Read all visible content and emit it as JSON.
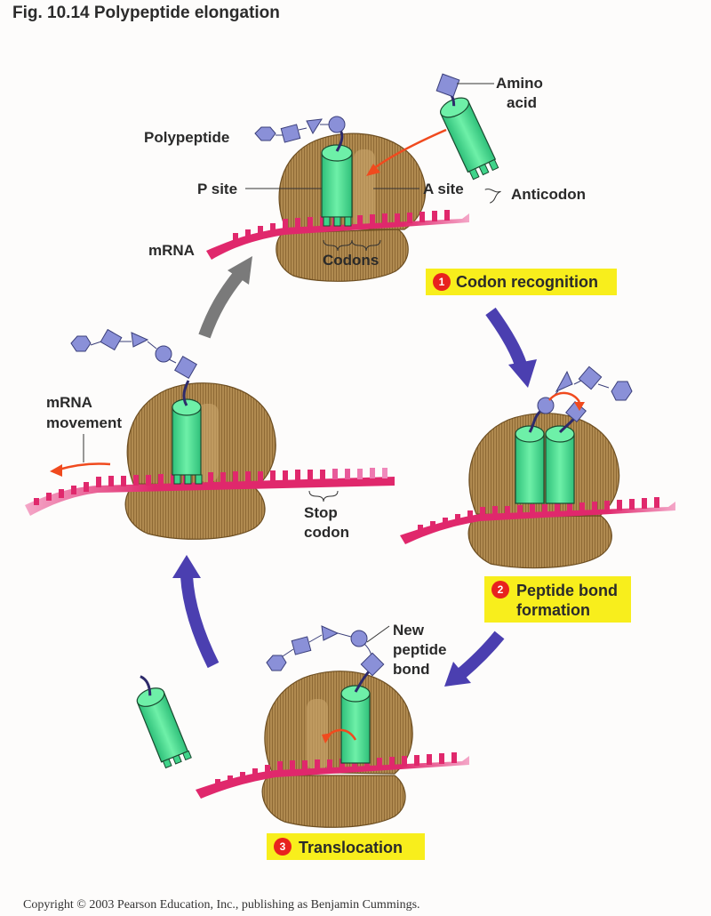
{
  "figure": {
    "title": "Fig. 10.14  Polypeptide elongation",
    "copyright": "Copyright © 2003 Pearson Education, Inc., publishing as Benjamin Cummings."
  },
  "labels": {
    "amino_acid_1": "Amino",
    "amino_acid_2": "acid",
    "polypeptide": "Polypeptide",
    "p_site": "P site",
    "a_site": "A site",
    "anticodon": "Anticodon",
    "mrna": "mRNA",
    "codons": "Codons",
    "mrna_movement_1": "mRNA",
    "mrna_movement_2": "movement",
    "stop_codon_1": "Stop",
    "stop_codon_2": "codon",
    "new_peptide_bond_1": "New",
    "new_peptide_bond_2": "peptide",
    "new_peptide_bond_3": "bond"
  },
  "steps": [
    {
      "number": "1",
      "label": "Codon recognition"
    },
    {
      "number": "2",
      "label_line1": "Peptide bond",
      "label_line2": "formation"
    },
    {
      "number": "3",
      "label": "Translocation"
    }
  ],
  "colors": {
    "ribosome": "#a8814a",
    "trna": "#3fd48a",
    "mrna": "#e0286c",
    "amino_acid": "#8a90d8",
    "cycle_arrow": "#4b3fb0",
    "return_arrow": "#7a7a7a",
    "motion_arrow": "#f04a1e",
    "step_highlight": "#f8ee1c",
    "step_badge": "#e8221e"
  }
}
